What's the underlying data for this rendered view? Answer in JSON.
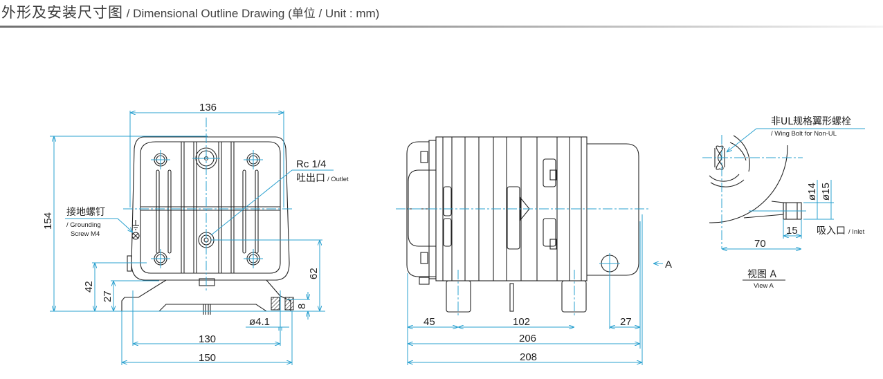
{
  "header": {
    "title_cn": "外形及安装尺寸图",
    "title_en": " / Dimensional Outline Drawing (单位 / Unit : mm)"
  },
  "front_view": {
    "dims": {
      "width_top": "136",
      "height_total": "154",
      "height_42": "42",
      "height_27": "27",
      "height_62": "62",
      "foot_thickness": "8",
      "hole_dia": "ø4.1",
      "mount_pitch": "130",
      "base_width": "150"
    },
    "labels": {
      "outlet_thread": "Rc 1/4",
      "outlet_cn": "吐出口",
      "outlet_en": "/ Outlet",
      "ground_cn": "接地螺钉",
      "ground_en_1": "/ Grounding",
      "ground_en_2": "Screw M4"
    }
  },
  "side_view": {
    "dims": {
      "offset_45": "45",
      "pitch_102": "102",
      "inlet_27": "27",
      "len_206": "206",
      "len_208": "208"
    },
    "view_arrow": "A"
  },
  "view_a": {
    "labels": {
      "wing_cn": "非UL规格翼形螺栓",
      "wing_en": "/ Wing Bolt for Non-UL",
      "inlet_cn": "吸入口",
      "inlet_en": "/ Inlet",
      "title_cn": "视图 A",
      "title_en": "View A"
    },
    "dims": {
      "dia_14": "ø14",
      "dia_15": "ø15",
      "len_15": "15",
      "len_70": "70"
    }
  },
  "colors": {
    "dimension_line": "#29a0cf",
    "outline": "#222222"
  }
}
